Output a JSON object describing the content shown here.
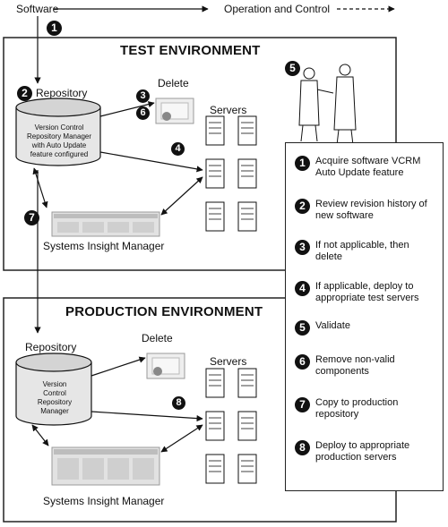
{
  "top": {
    "software_label": "Software",
    "operation_label": "Operation and Control",
    "step1": "1"
  },
  "test": {
    "title": "TEST ENVIRONMENT",
    "repository_label": "Repository",
    "repository_num": "2",
    "repository_text": [
      "Version Control",
      "Repository Manager",
      "with Auto Update",
      "feature configured"
    ],
    "delete_label": "Delete",
    "delete_num_a": "3",
    "delete_num_b": "6",
    "servers_label": "Servers",
    "deploy_num": "4",
    "validate_num": "5",
    "copy_num": "7",
    "sim_label": "Systems Insight Manager"
  },
  "production": {
    "title": "PRODUCTION ENVIRONMENT",
    "repository_label": "Repository",
    "repository_text": [
      "Version",
      "Control",
      "Repository",
      "Manager"
    ],
    "delete_label": "Delete",
    "servers_label": "Servers",
    "deploy_num": "8",
    "sim_label": "Systems Insight Manager"
  },
  "legend": [
    {
      "num": "1",
      "text": "Acquire software VCRM Auto Update feature"
    },
    {
      "num": "2",
      "text": "Review revision history of new software"
    },
    {
      "num": "3",
      "text": "If not applicable, then delete"
    },
    {
      "num": "4",
      "text": "If applicable, deploy to appropriate test servers"
    },
    {
      "num": "5",
      "text": "Validate"
    },
    {
      "num": "6",
      "text": "Remove non-valid components"
    },
    {
      "num": "7",
      "text": "Copy to production repository"
    },
    {
      "num": "8",
      "text": "Deploy to appropriate production servers"
    }
  ]
}
